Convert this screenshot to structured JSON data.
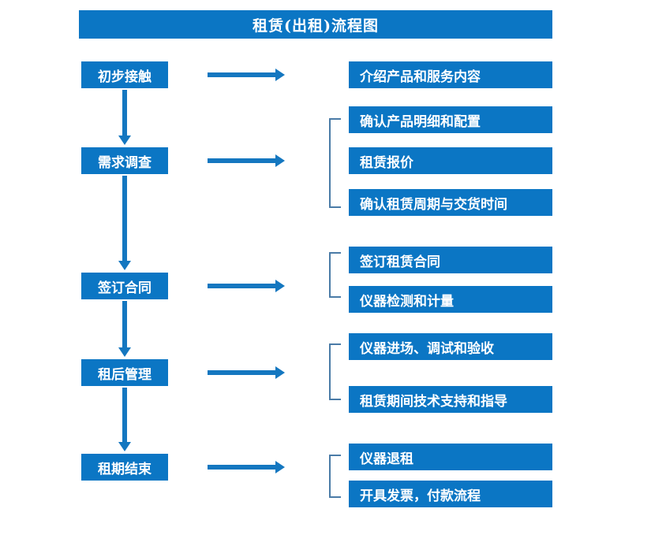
{
  "diagram": {
    "title": "租赁(出租)流程图",
    "accent_color": "#0b76c4",
    "arrow_color": "#1477c0",
    "bracket_color": "#4a7ba7",
    "text_color": "#ffffff",
    "background_color": "#ffffff"
  },
  "stages": [
    {
      "id": "stage-1",
      "label": "初步接触"
    },
    {
      "id": "stage-2",
      "label": "需求调查"
    },
    {
      "id": "stage-3",
      "label": "签订合同"
    },
    {
      "id": "stage-4",
      "label": "租后管理"
    },
    {
      "id": "stage-5",
      "label": "租期结束"
    }
  ],
  "details": [
    {
      "id": "detail-1-1",
      "label": "介绍产品和服务内容"
    },
    {
      "id": "detail-2-1",
      "label": "确认产品明细和配置"
    },
    {
      "id": "detail-2-2",
      "label": "租赁报价"
    },
    {
      "id": "detail-2-3",
      "label": "确认租赁周期与交货时间"
    },
    {
      "id": "detail-3-1",
      "label": "签订租赁合同"
    },
    {
      "id": "detail-3-2",
      "label": "仪器检测和计量"
    },
    {
      "id": "detail-4-1",
      "label": "仪器进场、调试和验收"
    },
    {
      "id": "detail-4-2",
      "label": "租赁期间技术支持和指导"
    },
    {
      "id": "detail-5-1",
      "label": "仪器退租"
    },
    {
      "id": "detail-5-2",
      "label": "开具发票，付款流程"
    }
  ]
}
